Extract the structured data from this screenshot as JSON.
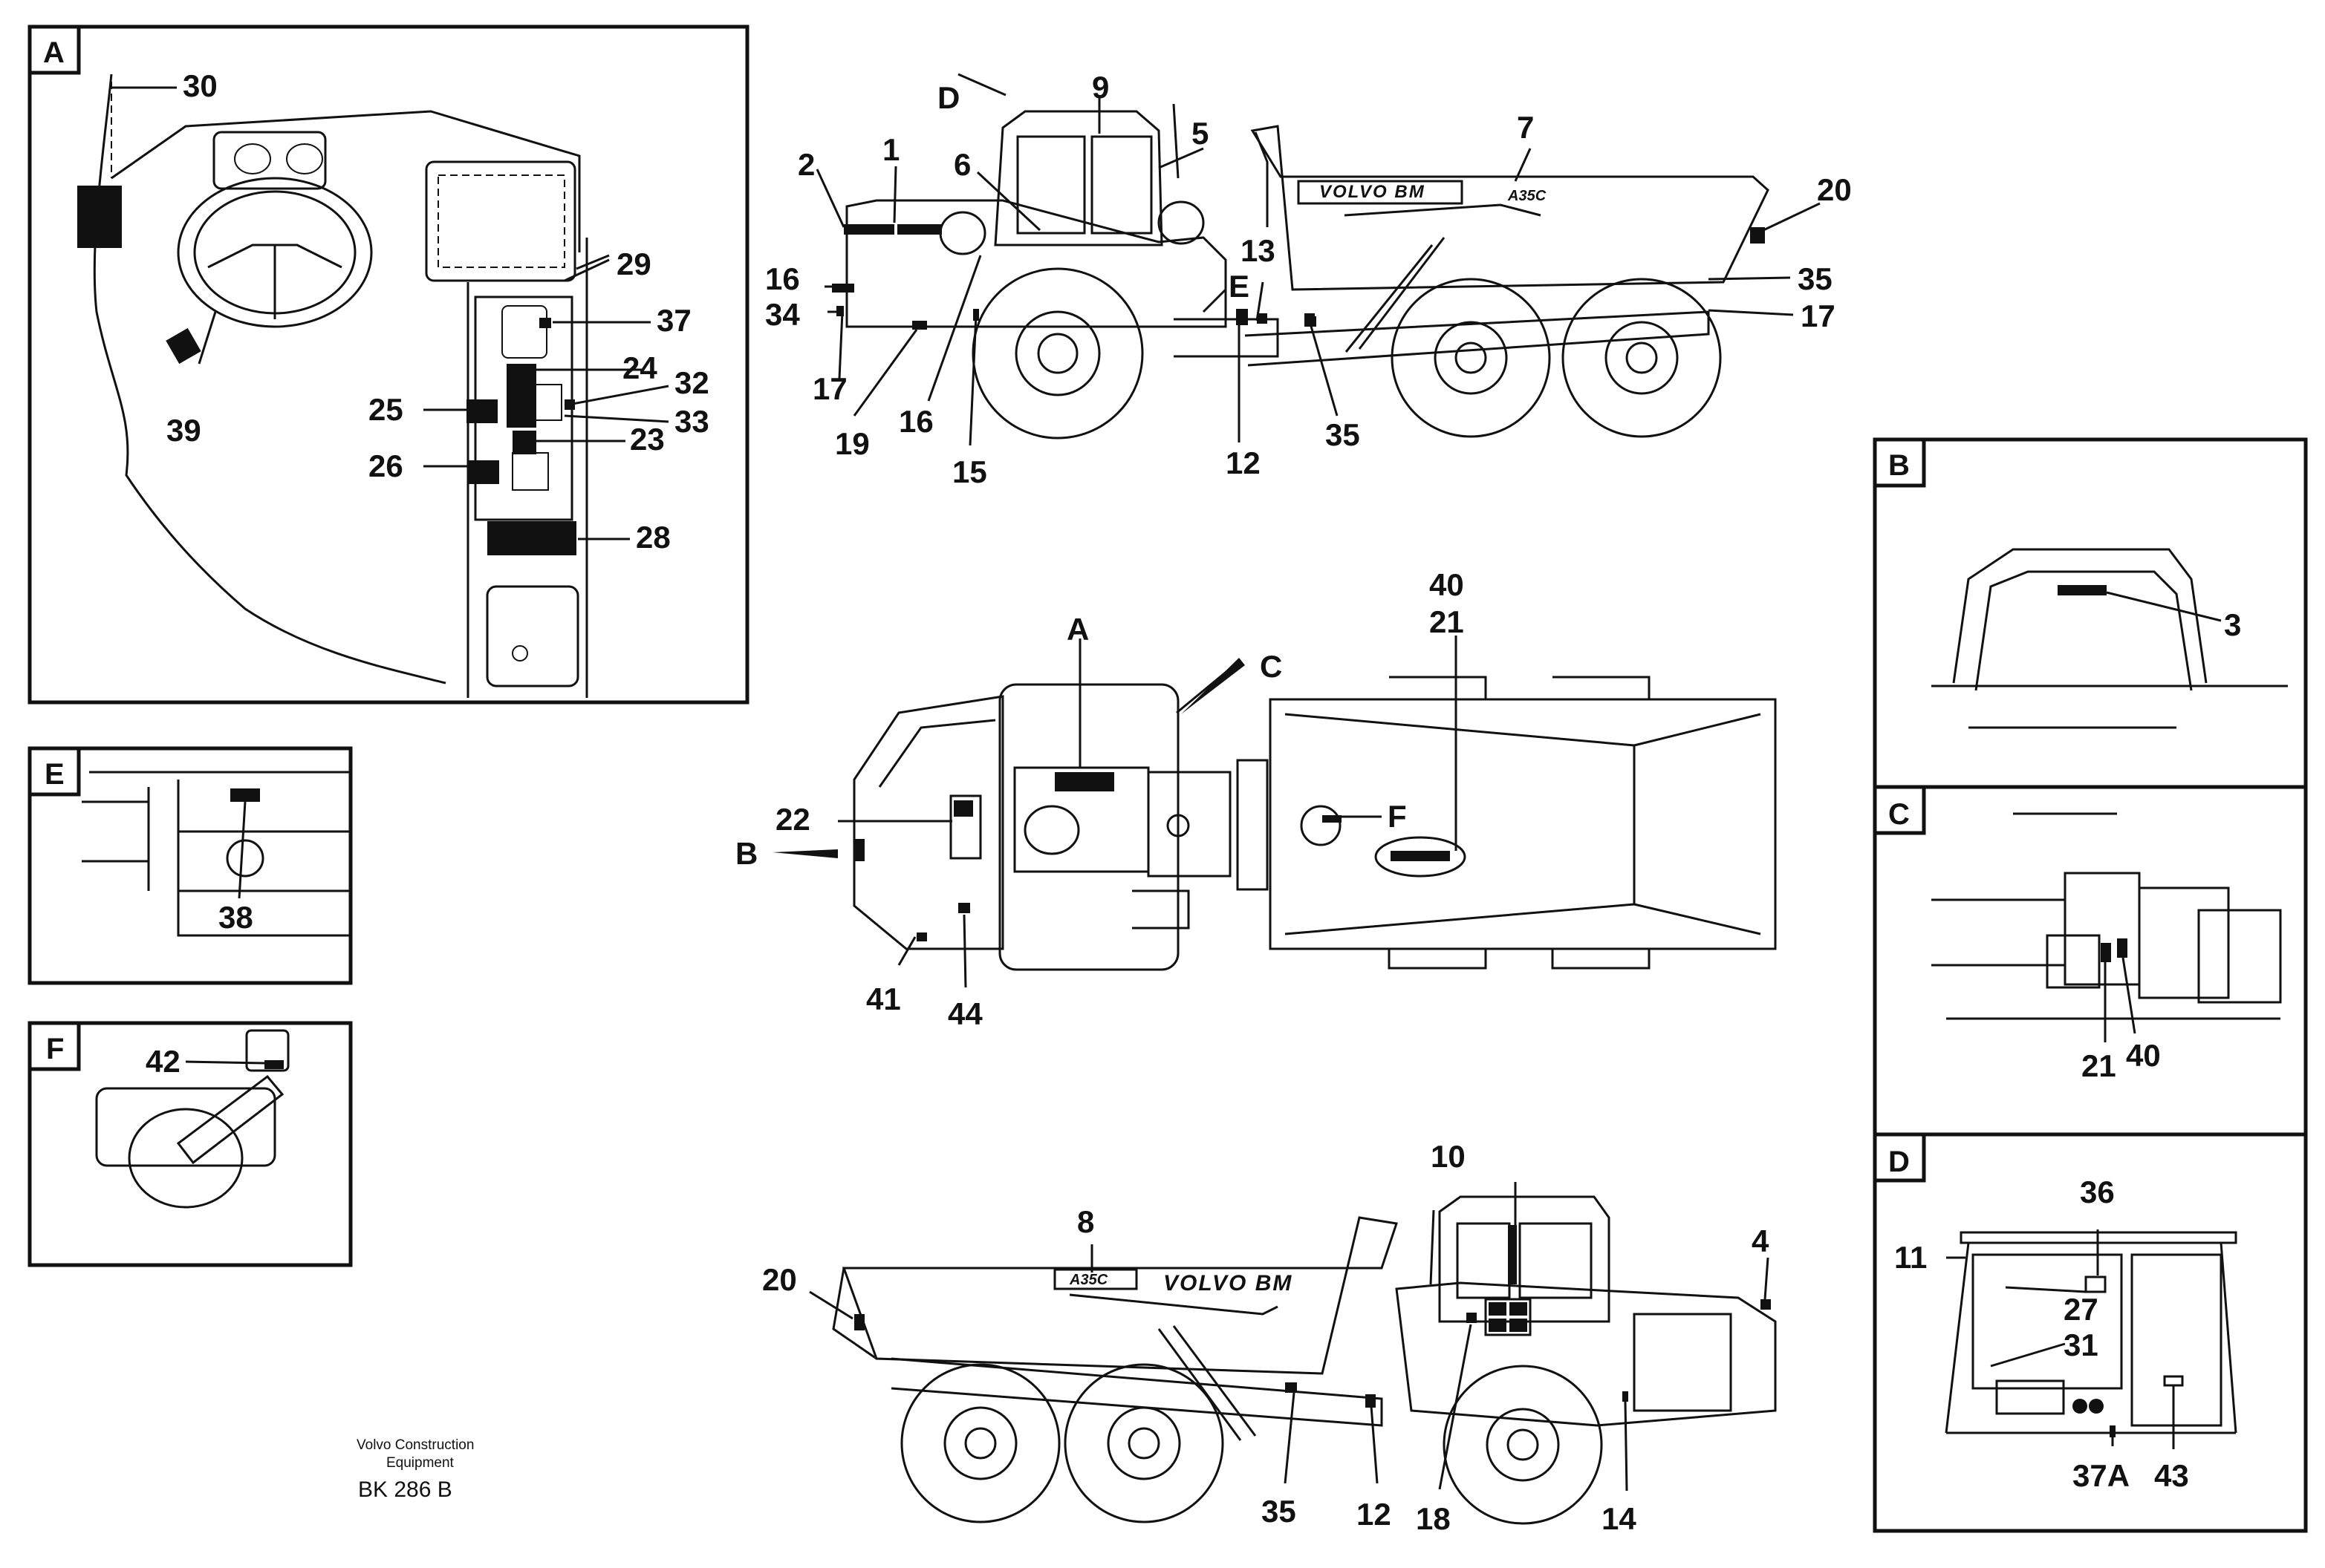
{
  "panels": {
    "A": "A",
    "B": "B",
    "C": "C",
    "D": "D",
    "E": "E",
    "F": "F"
  },
  "callouts": {
    "n1": "1",
    "n2": "2",
    "n3": "3",
    "n4": "4",
    "n5": "5",
    "n6": "6",
    "n7": "7",
    "n8": "8",
    "n9": "9",
    "n10": "10",
    "n11": "11",
    "n12": "12",
    "n13": "13",
    "n14": "14",
    "n15": "15",
    "n16": "16",
    "n17": "17",
    "n18": "18",
    "n19": "19",
    "n20": "20",
    "n21": "21",
    "n22": "22",
    "n23": "23",
    "n24": "24",
    "n25": "25",
    "n26": "26",
    "n27": "27",
    "n28": "28",
    "n29": "29",
    "n30": "30",
    "n31": "31",
    "n32": "32",
    "n33": "33",
    "n34": "34",
    "n35": "35",
    "n36": "36",
    "n37": "37",
    "n37A": "37A",
    "n38": "38",
    "n39": "39",
    "n40": "40",
    "n41": "41",
    "n42": "42",
    "n43": "43",
    "n44": "44"
  },
  "view_markers": {
    "A": "A",
    "B": "B",
    "C": "C",
    "D": "D",
    "E": "E",
    "F": "F"
  },
  "decal_text": {
    "brand_side": "VOLVO BM",
    "model_side": "A35C"
  },
  "credit": {
    "line1": "Volvo Construction",
    "line2": "Equipment",
    "code": "BK 286 B"
  }
}
